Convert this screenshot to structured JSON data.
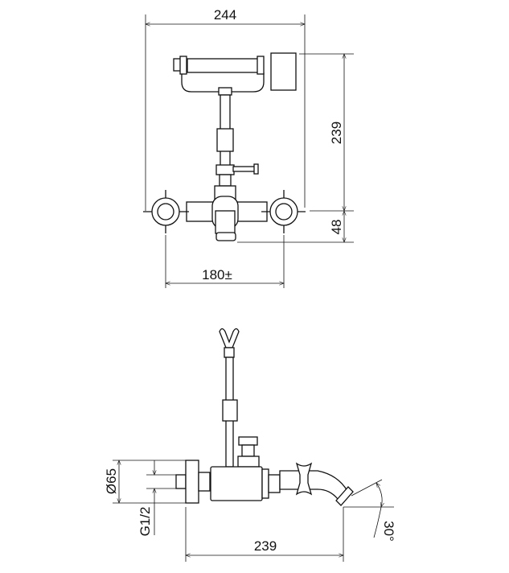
{
  "front_view": {
    "width_dim": "244",
    "height_dim": "239",
    "lower_dim": "48",
    "centers_dim": "180±"
  },
  "side_view": {
    "flange_diameter_dim": "Ø65",
    "thread_dim": "G1/2",
    "depth_dim": "239",
    "angle_dim": "30°"
  }
}
